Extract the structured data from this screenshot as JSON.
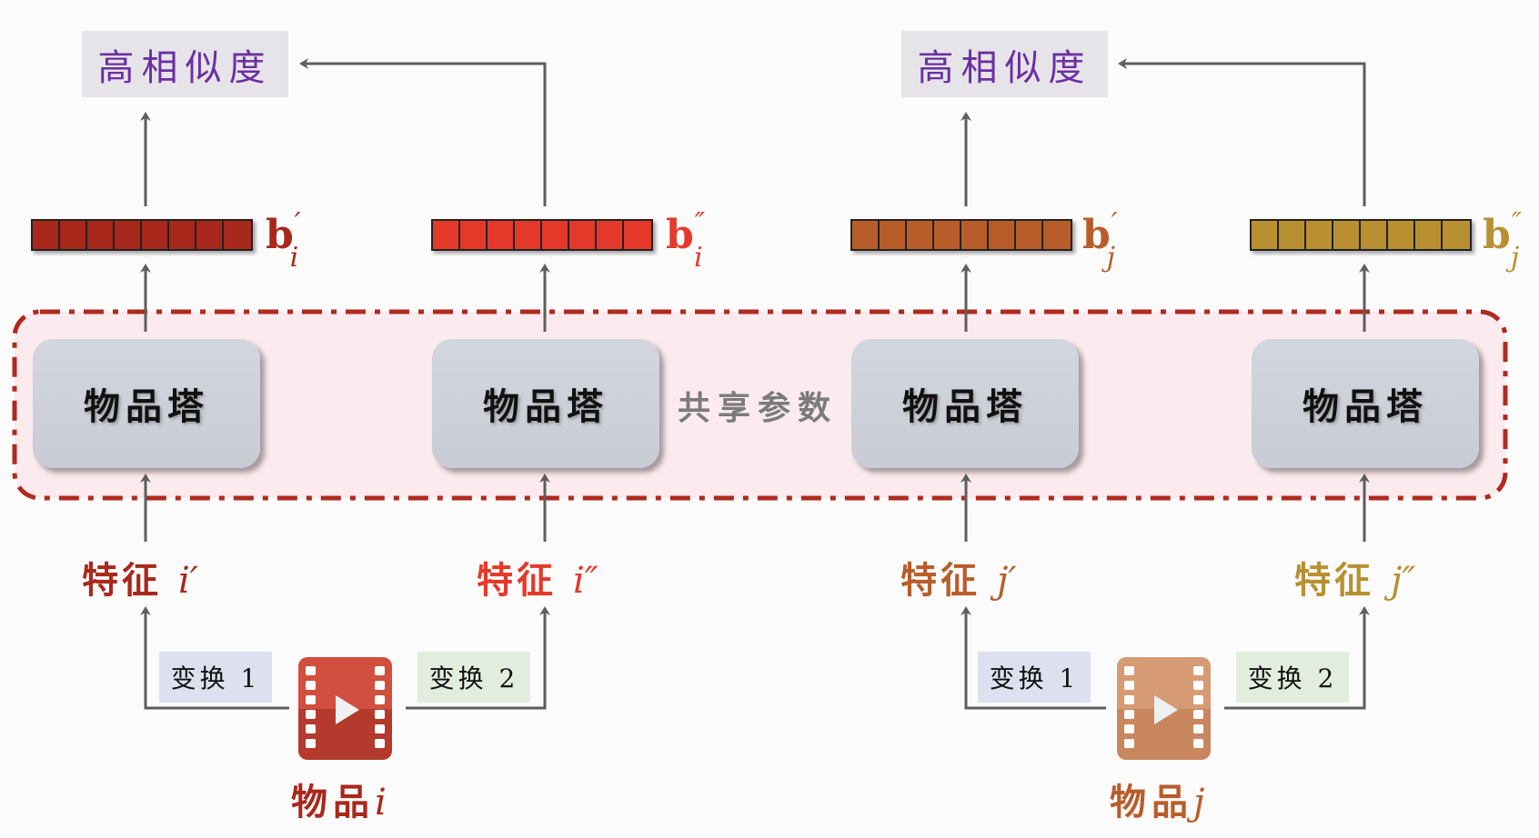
{
  "similarity": {
    "left": {
      "label": "高相似度"
    },
    "right": {
      "label": "高相似度"
    }
  },
  "shared_params": {
    "label": "共享参数"
  },
  "towers": [
    {
      "label": "物品塔"
    },
    {
      "label": "物品塔"
    },
    {
      "label": "物品塔"
    },
    {
      "label": "物品塔"
    }
  ],
  "vectors": [
    {
      "base": "b",
      "prime": "′",
      "sub": "i",
      "cells": 8,
      "color": "#a8281b"
    },
    {
      "base": "b",
      "prime": "″",
      "sub": "i",
      "cells": 8,
      "color": "#e4392a"
    },
    {
      "base": "b",
      "prime": "′",
      "sub": "j",
      "cells": 8,
      "color": "#b85d2a"
    },
    {
      "base": "b",
      "prime": "″",
      "sub": "j",
      "cells": 8,
      "color": "#b89032"
    }
  ],
  "features": [
    {
      "text": "特征",
      "var": "i′",
      "color": "#a8281b"
    },
    {
      "text": "特征",
      "var": "i″",
      "color": "#e4392a"
    },
    {
      "text": "特征",
      "var": "j′",
      "color": "#b85d2a"
    },
    {
      "text": "特征",
      "var": "j″",
      "color": "#b89032"
    }
  ],
  "transforms": [
    {
      "label": "变换 1"
    },
    {
      "label": "变换 2"
    },
    {
      "label": "变换 1"
    },
    {
      "label": "变换 2"
    }
  ],
  "items": [
    {
      "text": "物品",
      "var": "i",
      "color": "#a8281b",
      "icon": "video-icon",
      "icon_top": "#d14f3e",
      "icon_bottom": "#b43a2d"
    },
    {
      "text": "物品",
      "var": "j",
      "color": "#b85d2a",
      "icon": "video-icon",
      "icon_top": "#d69b74",
      "icon_bottom": "#c98760"
    }
  ],
  "colors": {
    "arrow": "#5e5e5e",
    "shared_border": "#b02a1e",
    "shared_fill": "#fbeaee",
    "similarity_text": "#6b2fa2"
  }
}
